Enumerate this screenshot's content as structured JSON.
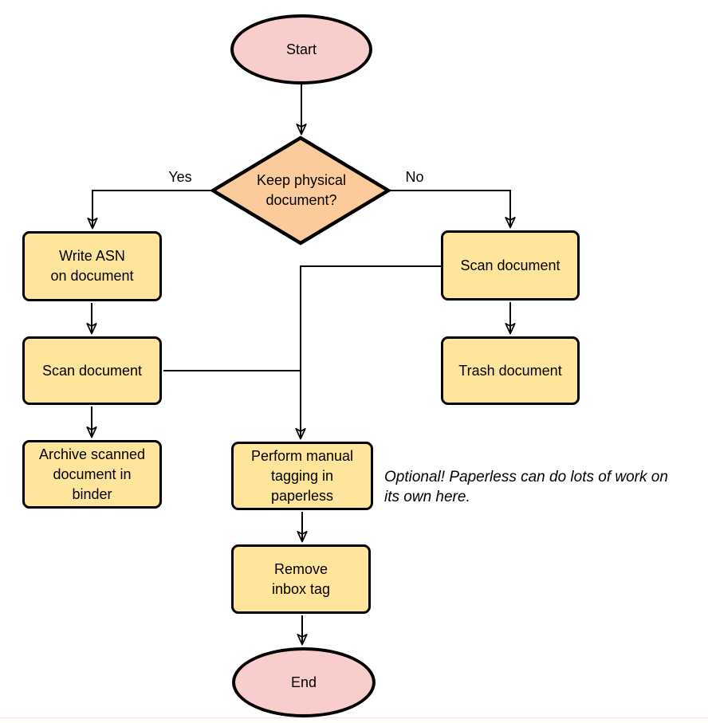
{
  "colors": {
    "terminal_fill": "#F8CECC",
    "decision_fill": "#FBCB9C",
    "process_fill": "#FFE59C",
    "stroke": "#000000"
  },
  "nodes": {
    "start": "Start",
    "decision": "Keep physical\ndocument?",
    "write_asn": "Write ASN\non document",
    "scan_left": "Scan document",
    "archive": "Archive scanned\ndocument in\nbinder",
    "scan_right": "Scan document",
    "trash": "Trash document",
    "tagging": "Perform manual\ntagging in\npaperless",
    "remove_inbox": "Remove\ninbox tag",
    "end": "End"
  },
  "edge_labels": {
    "yes": "Yes",
    "no": "No"
  },
  "note": "Optional! Paperless can do lots of work on\nits own here."
}
